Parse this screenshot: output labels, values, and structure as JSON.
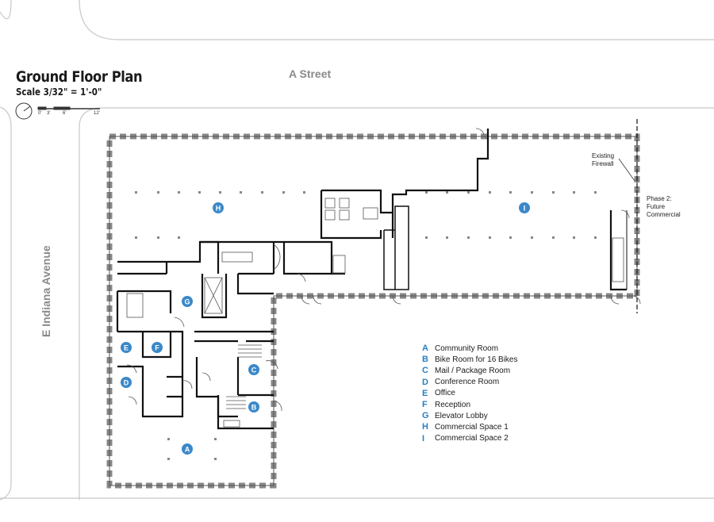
{
  "title": "Ground Floor Plan",
  "scale": "Scale 3/32\" = 1'-0\"",
  "scale_ticks": [
    "0'",
    "3'",
    "6'",
    "12'"
  ],
  "streets": {
    "north": "A Street",
    "west": "E Indiana Avenue"
  },
  "notes": {
    "firewall": [
      "Existing",
      "Firewall"
    ],
    "phase2": [
      "Phase 2:",
      "Future",
      "Commercial"
    ]
  },
  "rooms": [
    {
      "letter": "A",
      "name": "Community Room"
    },
    {
      "letter": "B",
      "name": "Bike Room for 16 Bikes"
    },
    {
      "letter": "C",
      "name": "Mail / Package Room"
    },
    {
      "letter": "D",
      "name": "Conference Room"
    },
    {
      "letter": "E",
      "name": "Office"
    },
    {
      "letter": "F",
      "name": "Reception"
    },
    {
      "letter": "G",
      "name": "Elevator Lobby"
    },
    {
      "letter": "H",
      "name": "Commercial Space 1"
    },
    {
      "letter": "I",
      "name": "Commercial Space 2"
    }
  ],
  "colors": {
    "tag": "#3b88c9",
    "street_text": "#8a8a8a",
    "wall": "#111111",
    "curb": "#c8c8c8"
  }
}
